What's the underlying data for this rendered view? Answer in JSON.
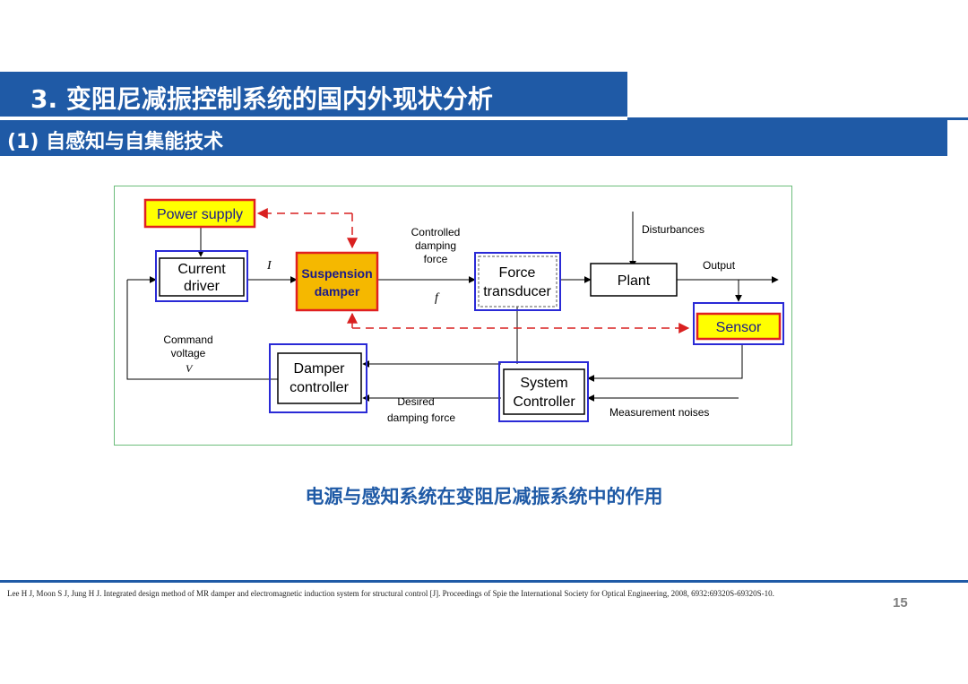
{
  "slide": {
    "title": "3. 变阻尼减振控制系统的国内外现状分析",
    "subtitle": "(1) 自感知与自集能技术",
    "caption": "电源与感知系统在变阻尼减振系统中的作用",
    "reference": "Lee H J, Moon S J, Jung H J. Integrated design method of MR damper and electromagnetic induction system for structural control [J]. Proceedings of Spie the International Society for Optical Engineering, 2008, 6932:69320S-69320S-10.",
    "page_number": "15"
  },
  "diagram": {
    "blocks": {
      "power_supply": "Power supply",
      "current_driver": [
        "Current",
        "driver"
      ],
      "suspension_damper": [
        "Suspension",
        "damper"
      ],
      "force_transducer": [
        "Force",
        "transducer"
      ],
      "plant": "Plant",
      "sensor": "Sensor",
      "damper_controller": [
        "Damper",
        "controller"
      ],
      "system_controller": [
        "System",
        "Controller"
      ]
    },
    "labels": {
      "current_symbol": "I",
      "controlled_damping_force": [
        "Controlled",
        "damping",
        "force"
      ],
      "force_symbol": "f",
      "disturbances": "Disturbances",
      "output": "Output",
      "command_voltage": [
        "Command",
        "voltage"
      ],
      "voltage_symbol": "V",
      "desired_damping_force": [
        "Desired",
        "damping force"
      ],
      "measurement_noises": "Measurement noises"
    },
    "colors": {
      "highlight_fill": "#ffff00",
      "damper_fill": "#f5b800",
      "highlight_border": "#e02020",
      "emphasis_box": "#2a2ad6",
      "dashed_arrow": "#d92020",
      "frame": "#6cbd7b"
    }
  }
}
